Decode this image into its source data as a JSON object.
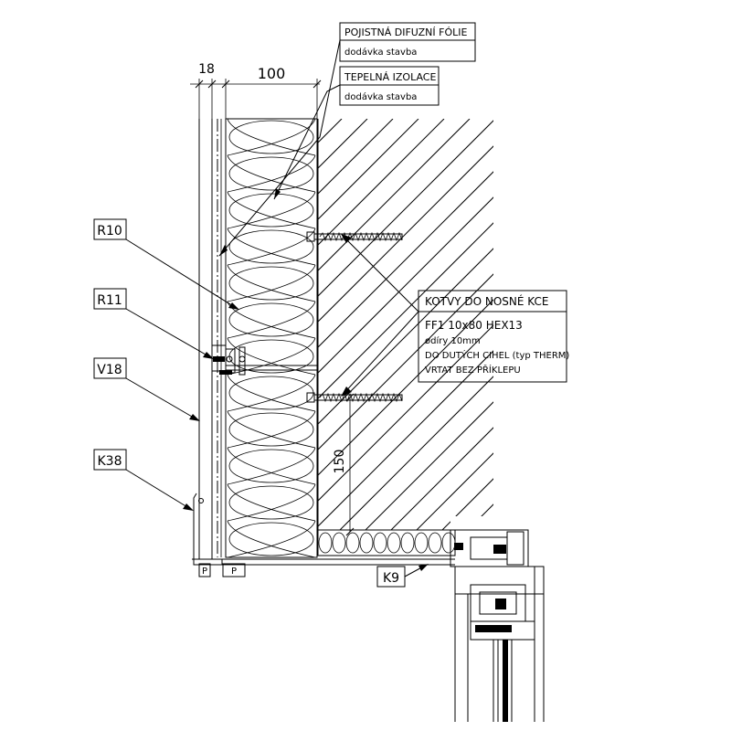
{
  "dimensions": {
    "cladding": "18",
    "insulation": "100",
    "anchor_spacing": "150"
  },
  "callouts": {
    "foil_title": "POJISTNÁ DIFUZNÍ FÓLIE",
    "foil_sub": "dodávka stavba",
    "insulation_title": "TEPELNÁ IZOLACE",
    "insulation_sub": "dodávka stavba",
    "anchors": {
      "title": "KOTVY DO NOSNÉ KCE",
      "line1": "FF1 10x80 HEX13",
      "line2": "ødíry 10mm",
      "line3": "DO DUTÝCH CIHEL (typ THERM)",
      "line4": "VRTAT BEZ PŘÍKLEPU"
    }
  },
  "tags": {
    "r10": "R10",
    "r11": "R11",
    "v18": "V18",
    "k38": "K38",
    "k9": "K9",
    "p1": "P",
    "p2": "P"
  },
  "colors": {
    "line": "#000000",
    "background": "#ffffff"
  }
}
